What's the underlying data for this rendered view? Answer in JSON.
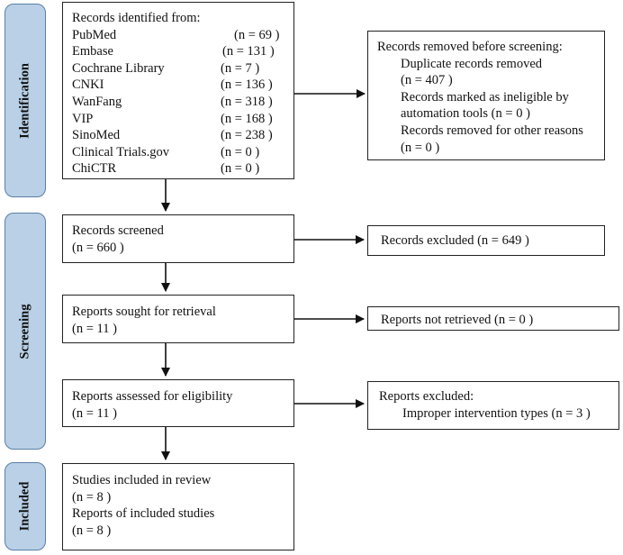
{
  "phases": {
    "identification": "Identification",
    "screening": "Screening",
    "included": "Included"
  },
  "identified": {
    "header": "Records identified from:",
    "sources": [
      {
        "name": "PubMed",
        "count": "(n = 69 )"
      },
      {
        "name": "Embase",
        "count": "(n = 131 )"
      },
      {
        "name": "Cochrane Library",
        "count": "(n = 7 )"
      },
      {
        "name": "CNKI",
        "count": "(n = 136 )"
      },
      {
        "name": "WanFang",
        "count": "(n = 318 )"
      },
      {
        "name": "VIP",
        "count": "(n = 168 )"
      },
      {
        "name": "SinoMed",
        "count": "(n = 238 )"
      },
      {
        "name": "Clinical Trials.gov",
        "count": "(n = 0 )"
      },
      {
        "name": "ChiCTR",
        "count": "(n = 0 )"
      }
    ]
  },
  "removed": {
    "header": "Records removed before screening:",
    "lines": [
      "Duplicate records removed",
      "(n = 407 )",
      "Records marked as ineligible by",
      "automation tools (n = 0 )",
      "Records removed for other reasons",
      "(n = 0 )"
    ]
  },
  "screened": {
    "label": "Records screened",
    "n": "(n = 660 )"
  },
  "excluded": {
    "label": "Records excluded (n = 649 )"
  },
  "sought": {
    "label": "Reports sought for retrieval",
    "n": "(n = 11 )"
  },
  "not_retrieved": {
    "label": "Reports not retrieved (n = 0 )"
  },
  "assessed": {
    "label": "Reports assessed for eligibility",
    "n": "(n = 11 )"
  },
  "reports_excluded": {
    "header": "Reports excluded:",
    "reason": "Improper intervention types (n = 3 )"
  },
  "included_box": {
    "studies_label": "Studies included in review",
    "studies_n": "(n = 8 )",
    "reports_label": "Reports of included studies",
    "reports_n": "(n = 8 )"
  }
}
